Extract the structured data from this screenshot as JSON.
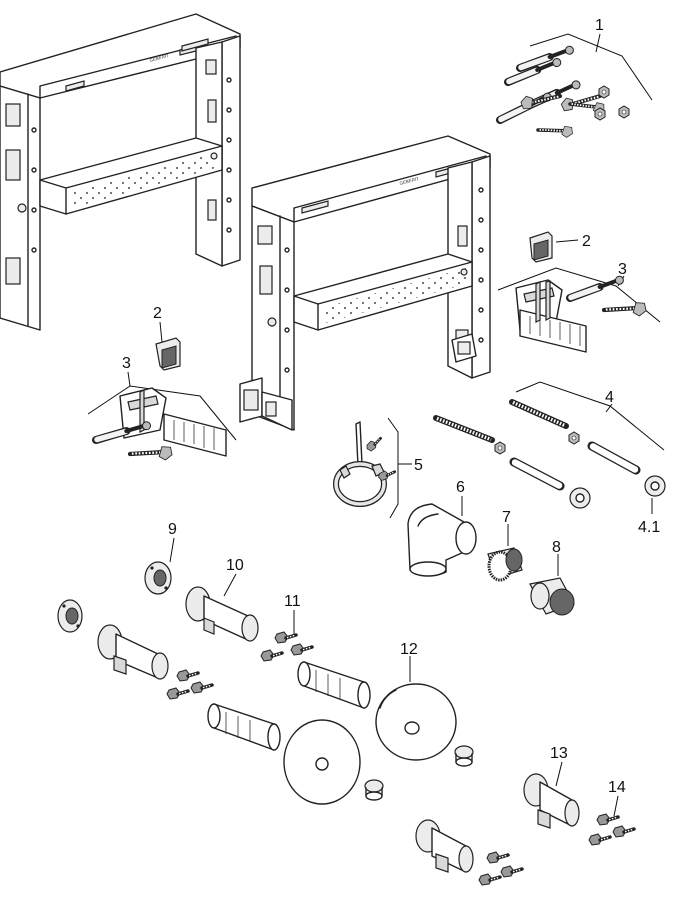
{
  "callouts": {
    "c1": "1",
    "c2a": "2",
    "c2b": "2",
    "c3a": "3",
    "c3b": "3",
    "c4": "4",
    "c41": "4.1",
    "c5": "5",
    "c6": "6",
    "c7": "7",
    "c8": "8",
    "c9": "9",
    "c10": "10",
    "c11": "11",
    "c12": "12",
    "c13": "13",
    "c14": "14"
  },
  "frames": {
    "brand_mark": "GEBERIT"
  },
  "colors": {
    "line": "#222222",
    "shade": "#d9d9d9",
    "background": "#ffffff"
  }
}
